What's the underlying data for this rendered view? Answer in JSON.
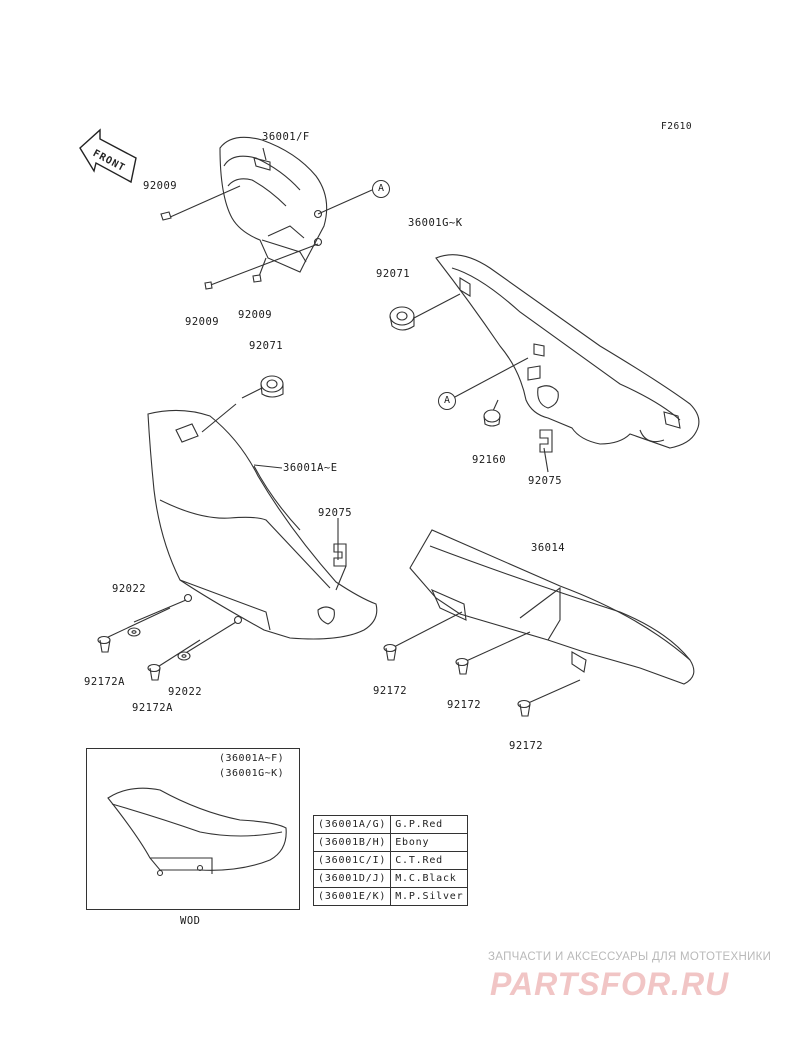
{
  "diagram_code": "F2610",
  "labels": {
    "p36001F": "36001/F",
    "p92009a": "92009",
    "p92009b": "92009",
    "p92009c": "92009",
    "refA1": "A",
    "refA2": "A",
    "p36001GK": "36001G~K",
    "p92071a": "92071",
    "p92071b": "92071",
    "p92160": "92160",
    "p92075a": "92075",
    "p36001AE": "36001A~E",
    "p92075b": "92075",
    "p36014": "36014",
    "p92022a": "92022",
    "p92022b": "92022",
    "p92172Aa": "92172A",
    "p92172Ab": "92172A",
    "p92172a": "92172",
    "p92172b": "92172",
    "p92172c": "92172"
  },
  "front_arrow": "FRONT",
  "inset": {
    "line1": "(36001A~F)",
    "line2": "(36001G~K)",
    "caption": "WOD"
  },
  "color_table": [
    {
      "code": "(36001A/G)",
      "color": "G.P.Red"
    },
    {
      "code": "(36001B/H)",
      "color": "Ebony"
    },
    {
      "code": "(36001C/I)",
      "color": "C.T.Red"
    },
    {
      "code": "(36001D/J)",
      "color": "M.C.Black"
    },
    {
      "code": "(36001E/K)",
      "color": "M.P.Silver"
    }
  ],
  "watermark": {
    "tagline": "ЗАПЧАСТИ И АКСЕССУАРЫ ДЛЯ МОТОТЕХНИКИ",
    "brand": "PARTSFOR.RU"
  }
}
